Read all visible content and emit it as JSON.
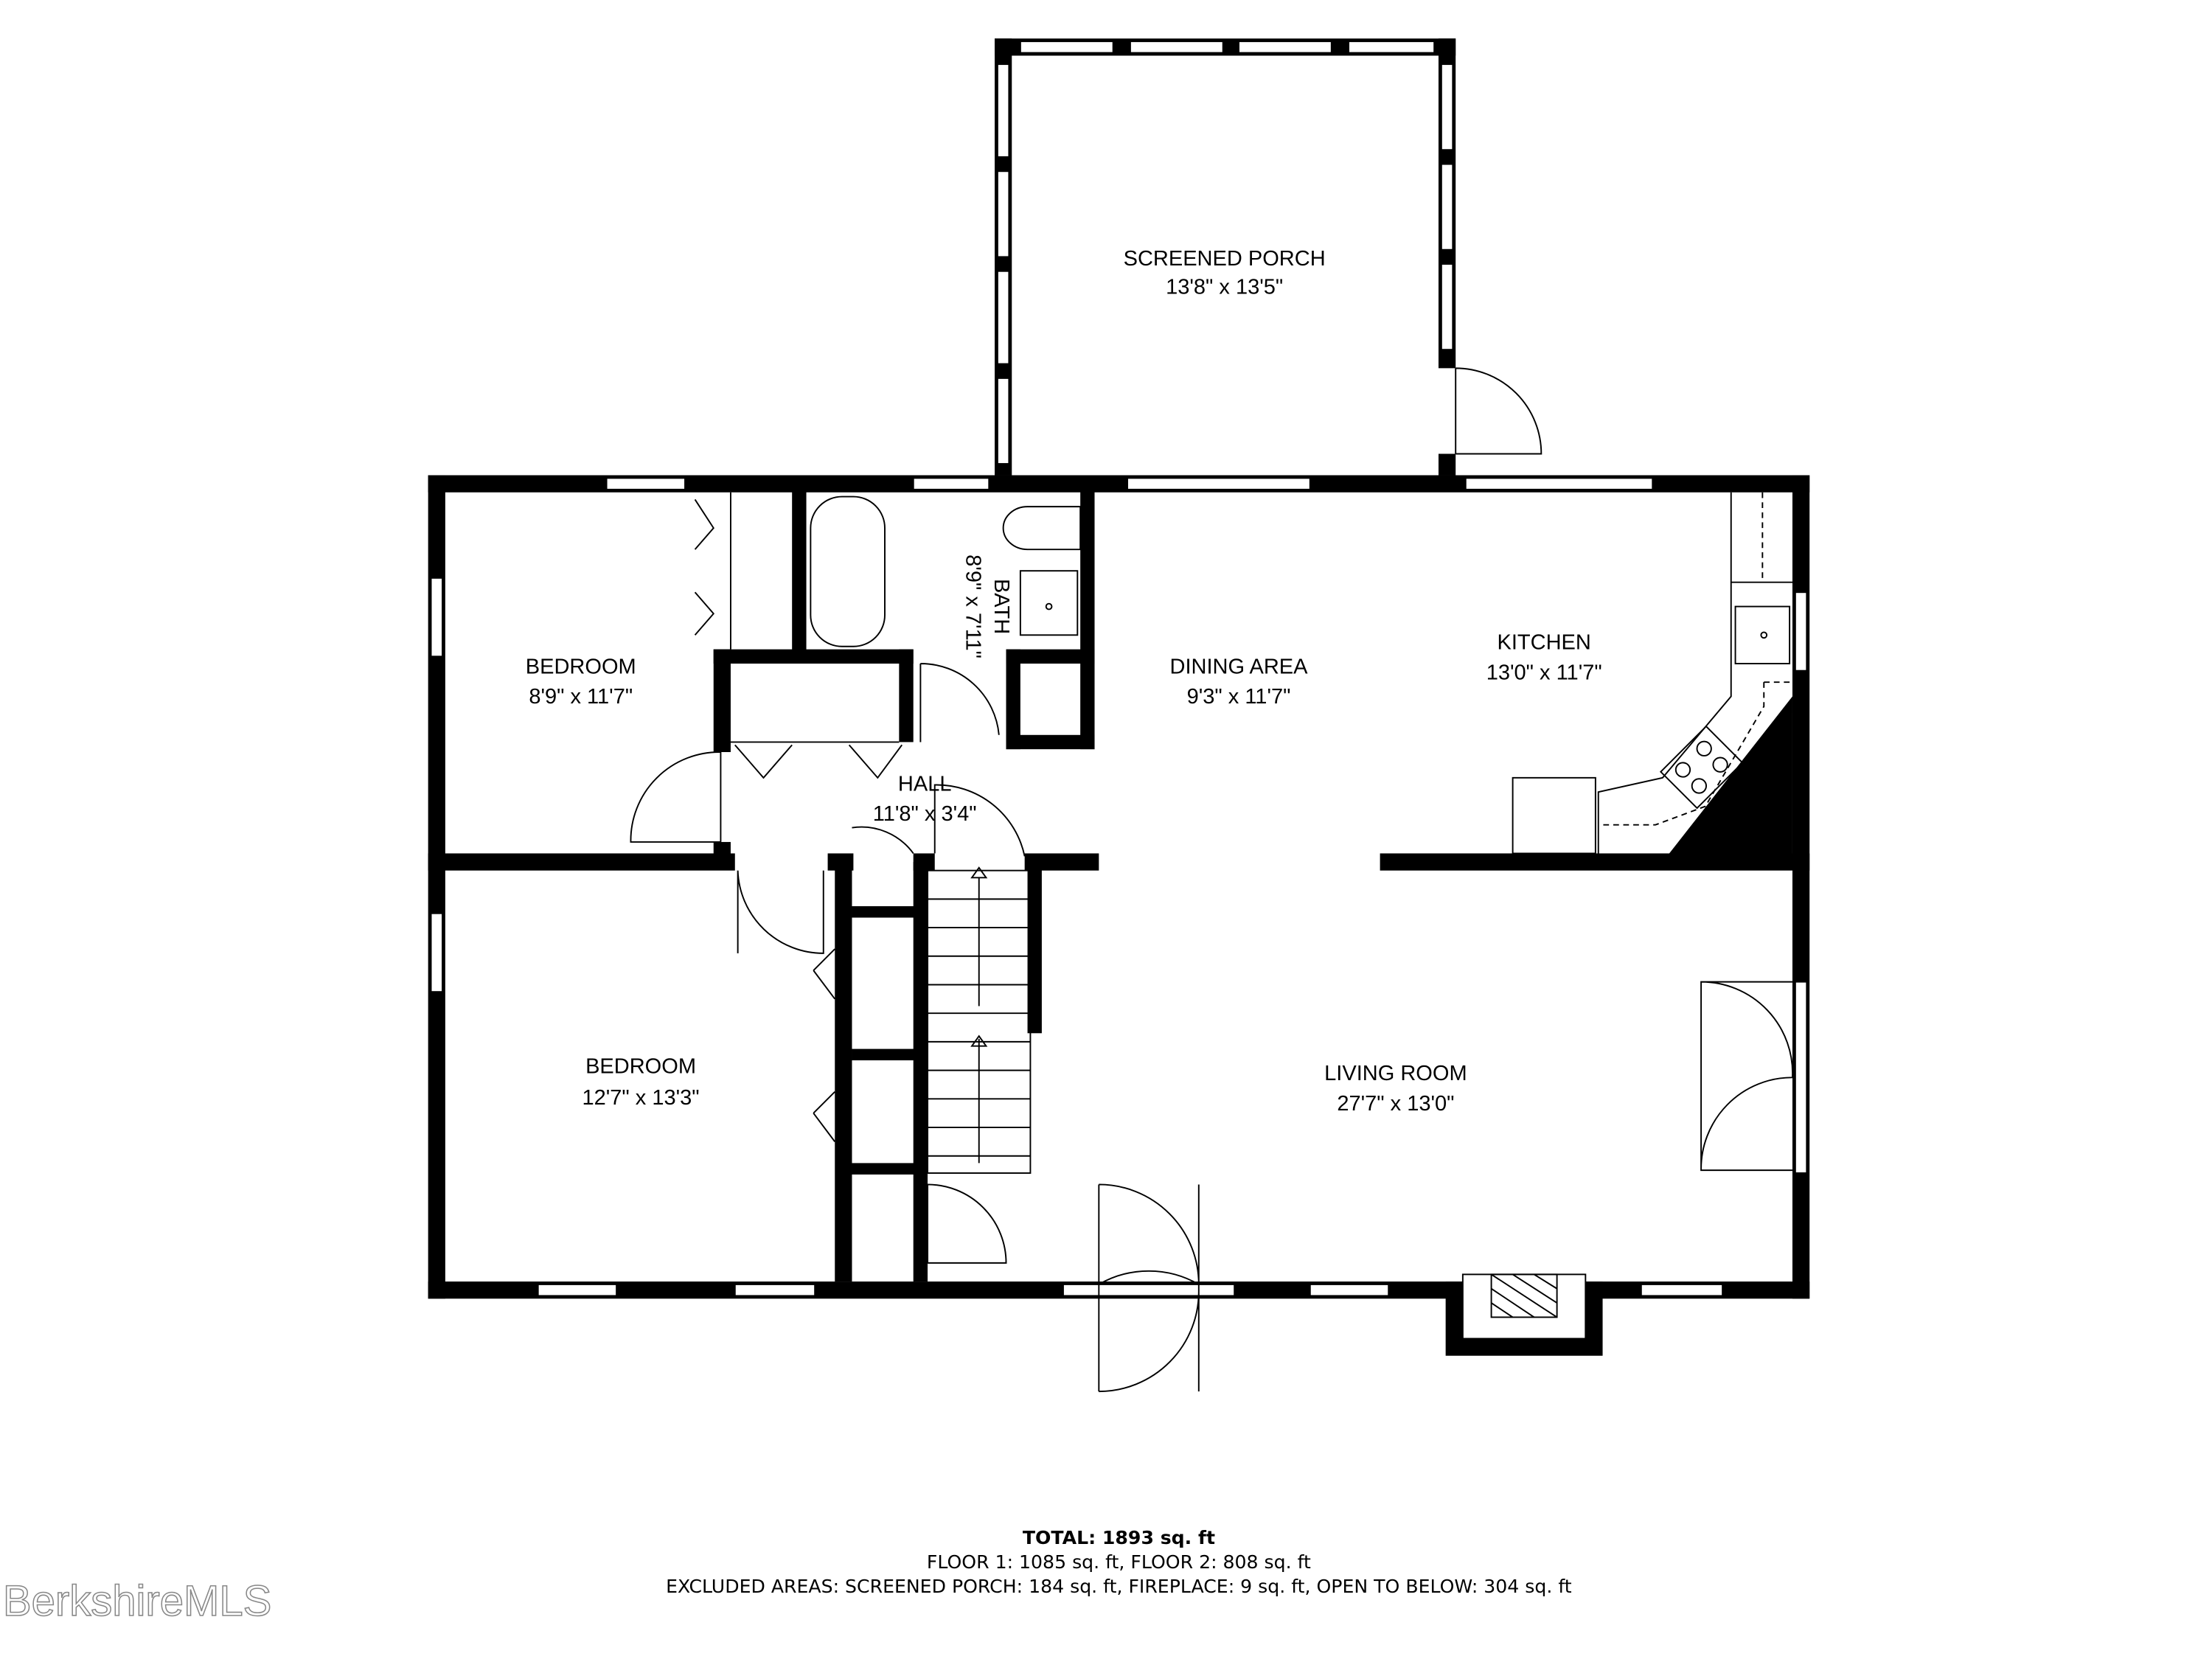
{
  "rooms": {
    "screened_porch": {
      "name": "SCREENED PORCH",
      "dims": "13'8\" x 13'5\""
    },
    "bedroom_1": {
      "name": "BEDROOM",
      "dims": "8'9\" x 11'7\""
    },
    "bath": {
      "name": "BATH",
      "dims": "8'9\" x 7'11\""
    },
    "dining_area": {
      "name": "DINING AREA",
      "dims": "9'3\" x 11'7\""
    },
    "kitchen": {
      "name": "KITCHEN",
      "dims": "13'0\" x 11'7\""
    },
    "hall": {
      "name": "HALL",
      "dims": "11'8\" x 3'4\""
    },
    "bedroom_2": {
      "name": "BEDROOM",
      "dims": "12'7\" x 13'3\""
    },
    "living_room": {
      "name": "LIVING ROOM",
      "dims": "27'7\" x 13'0\""
    }
  },
  "summary": {
    "total": "TOTAL: 1893 sq. ft",
    "floors": "FLOOR 1: 1085 sq. ft, FLOOR 2: 808 sq. ft",
    "excluded": "EXCLUDED AREAS: SCREENED PORCH: 184 sq. ft, FIREPLACE: 9 sq. ft, OPEN TO BELOW: 304 sq. ft"
  },
  "watermark": "BerkshireMLS",
  "colors": {
    "wall": "#000000",
    "background": "#ffffff"
  }
}
